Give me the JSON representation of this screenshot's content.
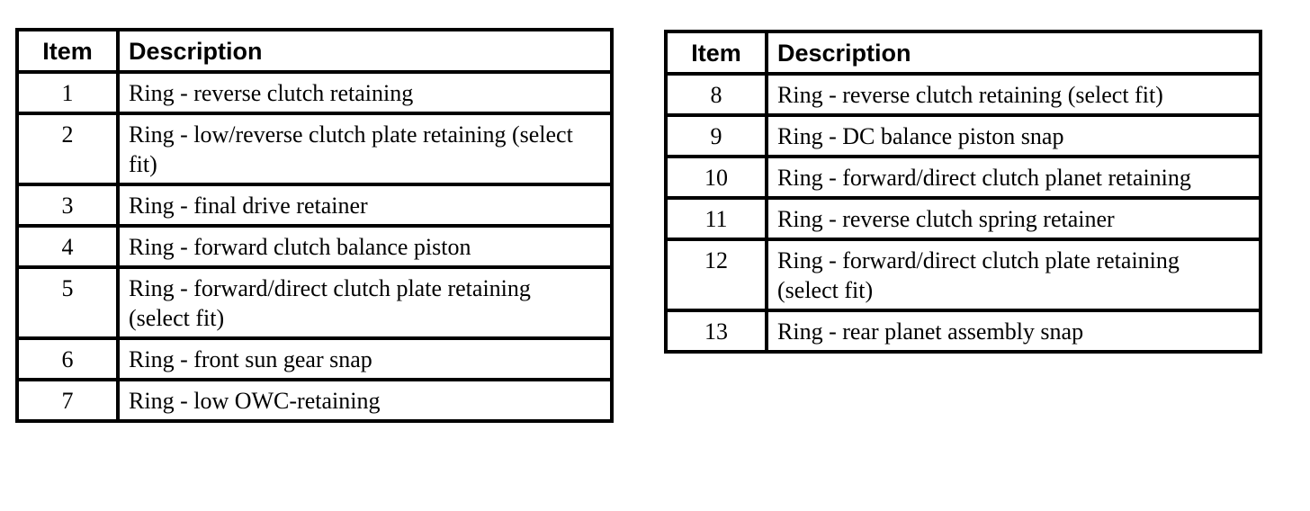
{
  "page": {
    "background": "#ffffff"
  },
  "colors": {
    "border": "#000000",
    "text": "#000000",
    "table_background": "#ffffff"
  },
  "tables": [
    {
      "name": "parts-table-items-1-7",
      "headers": {
        "item": "Item",
        "description": "Description"
      },
      "rows": [
        {
          "item": "1",
          "description": "Ring - reverse clutch retaining"
        },
        {
          "item": "2",
          "description": "Ring - low/reverse clutch plate retaining (select fit)"
        },
        {
          "item": "3",
          "description": "Ring - final drive retainer"
        },
        {
          "item": "4",
          "description": "Ring - forward clutch balance piston"
        },
        {
          "item": "5",
          "description": "Ring - forward/direct clutch plate retaining (select fit)"
        },
        {
          "item": "6",
          "description": "Ring - front sun gear snap"
        },
        {
          "item": "7",
          "description": "Ring - low OWC-retaining"
        }
      ]
    },
    {
      "name": "parts-table-items-8-13",
      "headers": {
        "item": "Item",
        "description": "Description"
      },
      "rows": [
        {
          "item": "8",
          "description": "Ring - reverse clutch retaining (select fit)"
        },
        {
          "item": "9",
          "description": "Ring - DC balance piston snap"
        },
        {
          "item": "10",
          "description": "Ring - forward/direct clutch planet retaining"
        },
        {
          "item": "11",
          "description": "Ring - reverse clutch spring retainer"
        },
        {
          "item": "12",
          "description": "Ring - forward/direct clutch plate retaining (select fit)"
        },
        {
          "item": "13",
          "description": "Ring - rear planet assembly snap"
        }
      ]
    }
  ]
}
